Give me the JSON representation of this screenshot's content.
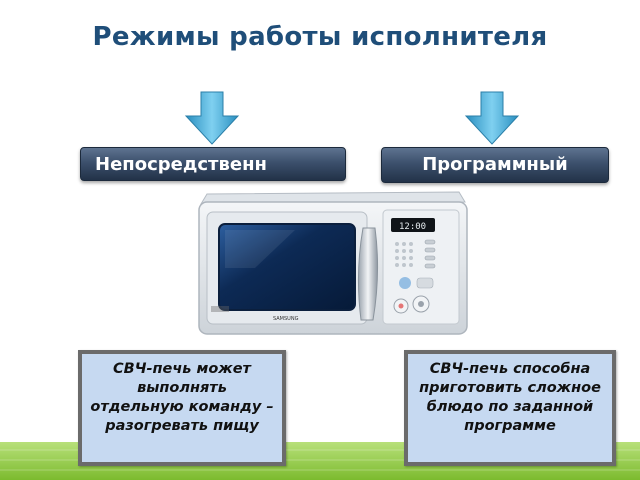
{
  "slide": {
    "title": "Режимы работы исполнителя"
  },
  "modes": [
    {
      "label": "Непосредственн"
    },
    {
      "label": "Программный"
    }
  ],
  "descriptions": [
    {
      "text": "СВЧ-печь может выполнять отдельную команду – разогревать пищу"
    },
    {
      "text": "СВЧ-печь способна приготовить сложное блюдо по заданной программе"
    }
  ],
  "microwave": {
    "display": "12:00",
    "brand": "SAMSUNG"
  },
  "colors": {
    "title": "#1f4e79",
    "arrow": "#3aa8d8",
    "mode_box": "#3c506c",
    "desc_box_fill": "#c6d9f1",
    "desc_box_border": "#6b6b6b",
    "bottom_band": "#8dc63f"
  }
}
